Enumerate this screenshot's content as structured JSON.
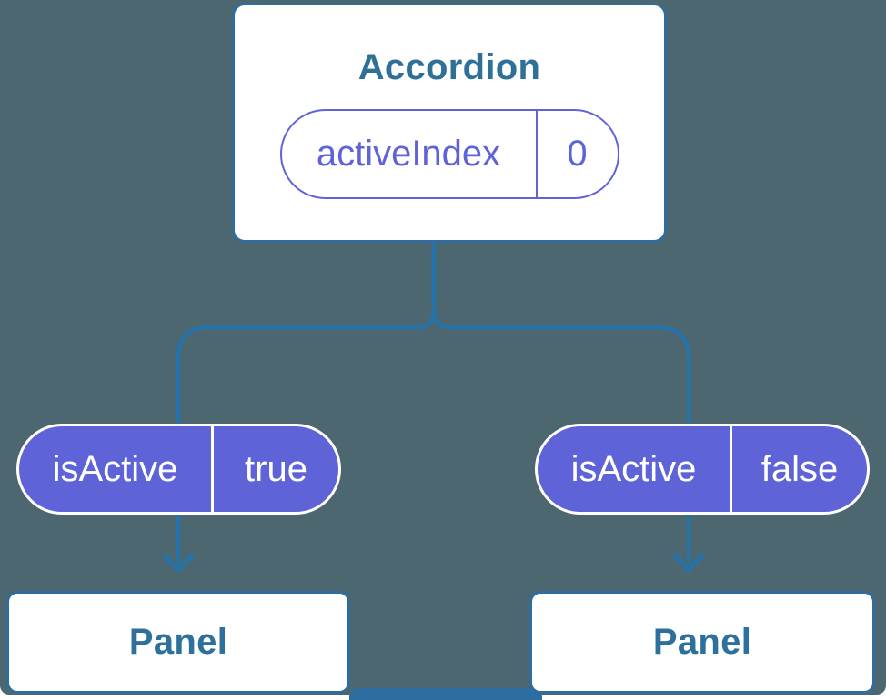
{
  "diagram": {
    "description": "Component tree diagram: Accordion holding state, passing isActive props to two Panels"
  },
  "colors": {
    "canvas_background": "#4d6771",
    "page_background": "#ffffff",
    "card_background": "#ffffff",
    "card_border_blue": "#2e6d9e",
    "heading_text_blue": "#2f7096",
    "connector_blue": "#2573a9",
    "pill_purple": "#5e64d8",
    "pill_text_white": "#ffffff"
  },
  "accordion_card": {
    "title": "Accordion",
    "state_pill": {
      "name": "activeIndex",
      "value": "0"
    }
  },
  "prop_pills": [
    {
      "name": "isActive",
      "value": "true"
    },
    {
      "name": "isActive",
      "value": "false"
    }
  ],
  "panels": [
    {
      "title": "Panel"
    },
    {
      "title": "Panel"
    }
  ]
}
